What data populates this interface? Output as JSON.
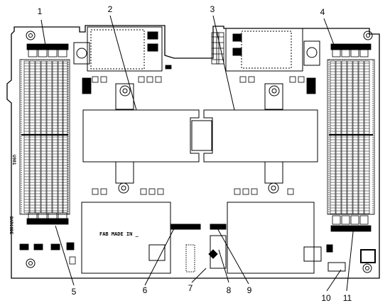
{
  "figure": {
    "callouts": [
      "1",
      "2",
      "3",
      "4",
      "5",
      "6",
      "7",
      "8",
      "9",
      "10",
      "11"
    ],
    "board_text": {
      "fab_marking": "FAB MADE IN _",
      "left_side_marking_1": "U901",
      "left_side_marking_2": "BARCODE"
    }
  }
}
